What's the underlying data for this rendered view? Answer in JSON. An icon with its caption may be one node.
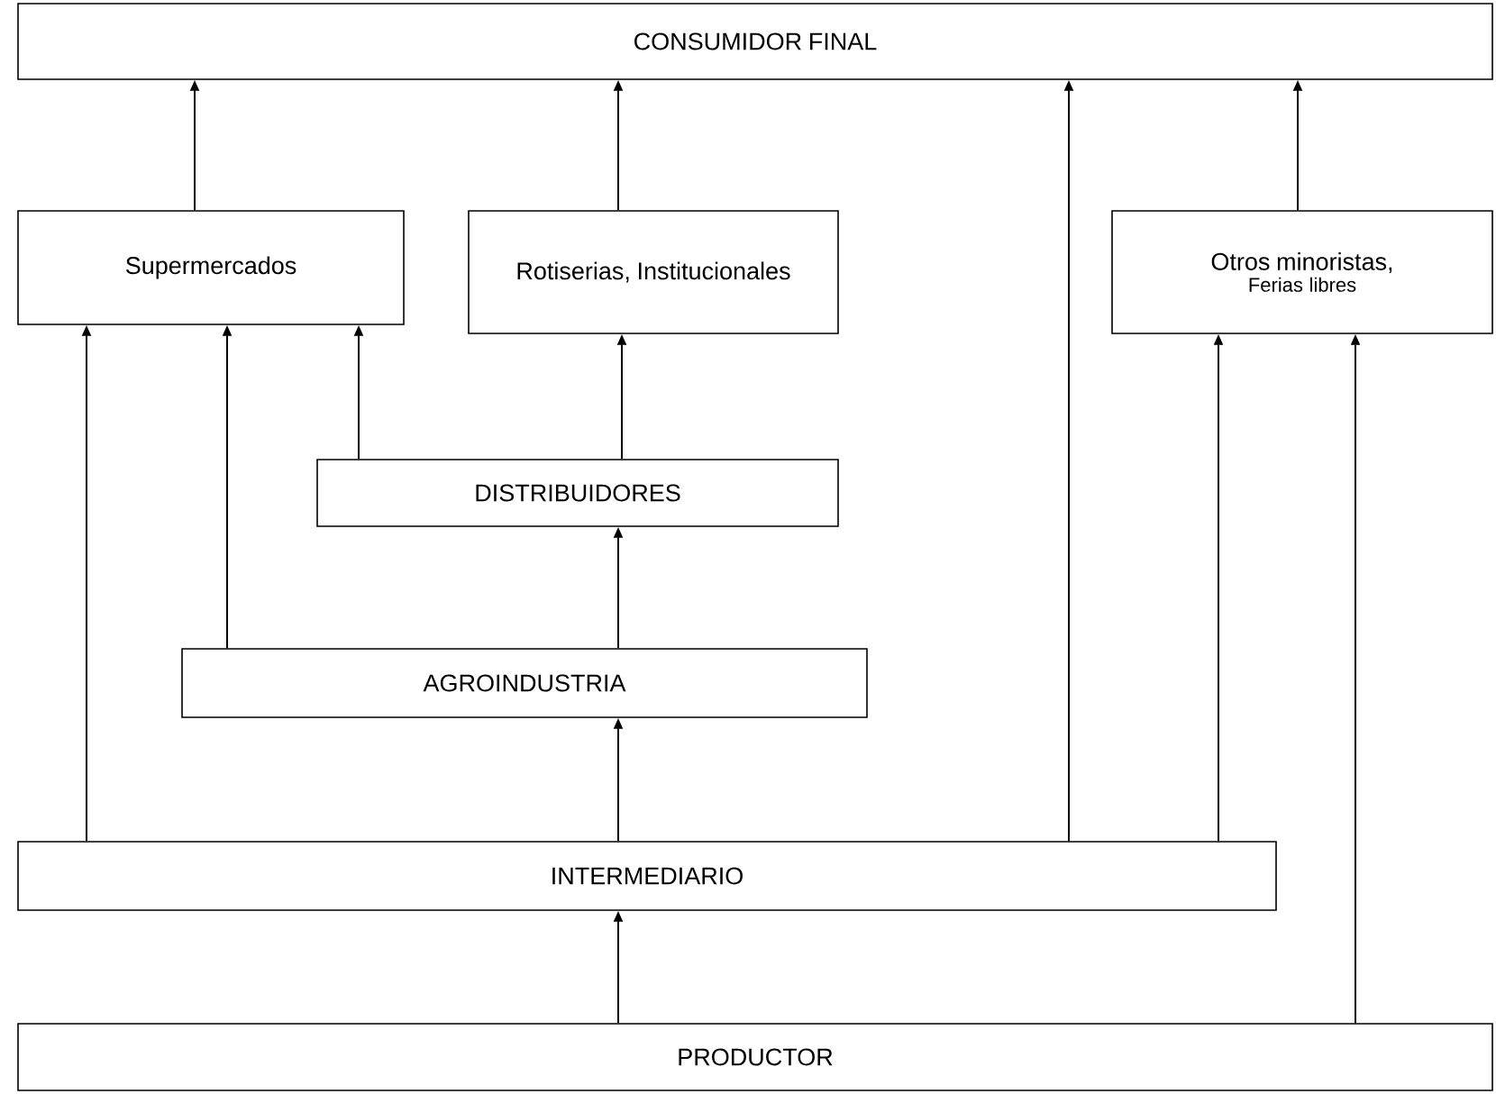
{
  "diagram": {
    "nodes": [
      {
        "text": [
          "CONSUMIDOR FINAL"
        ]
      },
      {
        "text": [
          "Supermercados"
        ]
      },
      {
        "text": [
          "Rotiserias, Institucionales"
        ]
      },
      {
        "text": [
          "Otros minoristas,",
          "Ferias libres"
        ]
      },
      {
        "text": [
          "DISTRIBUIDORES"
        ]
      },
      {
        "text": [
          "AGROINDUSTRIA"
        ]
      },
      {
        "text": [
          "INTERMEDIARIO"
        ]
      },
      {
        "text": [
          "PRODUCTOR"
        ]
      }
    ],
    "edges": [
      {
        "from": 1,
        "to": 0,
        "arrow": "to"
      },
      {
        "from": 2,
        "to": 0,
        "arrow": "to"
      },
      {
        "from": 6,
        "to": 0,
        "arrow": "to"
      },
      {
        "from": 3,
        "to": 0,
        "arrow": "to"
      },
      {
        "from": 6,
        "to": 1,
        "arrow": "to"
      },
      {
        "from": 5,
        "to": 1,
        "arrow": "to"
      },
      {
        "from": 4,
        "to": 1,
        "arrow": "to"
      },
      {
        "from": 4,
        "to": 2,
        "arrow": "to"
      },
      {
        "from": 5,
        "to": 4,
        "arrow": "to"
      },
      {
        "from": 6,
        "to": 5,
        "arrow": "to"
      },
      {
        "from": 6,
        "to": 3,
        "arrow": "to"
      },
      {
        "from": 7,
        "to": 3,
        "arrow": "to"
      },
      {
        "from": 7,
        "to": 6,
        "arrow": "to"
      }
    ]
  }
}
